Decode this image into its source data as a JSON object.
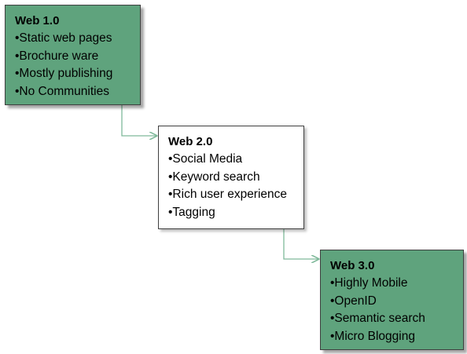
{
  "diagram": {
    "boxes": [
      {
        "title": "Web 1.0",
        "items": [
          "•Static web pages",
          "•Brochure ware",
          "•Mostly publishing",
          "•No Communities"
        ]
      },
      {
        "title": "Web 2.0",
        "items": [
          "•Social Media",
          "•Keyword search",
          "•Rich user experience",
          "•Tagging"
        ]
      },
      {
        "title": "Web 3.0",
        "items": [
          "•Highly Mobile",
          "•OpenID",
          "•Semantic search",
          "•Micro Blogging"
        ]
      }
    ],
    "colors": {
      "green_fill": "#5fa37d",
      "white_fill": "#ffffff",
      "border": "#3f3f3f",
      "connector": "#7fb99a"
    }
  }
}
